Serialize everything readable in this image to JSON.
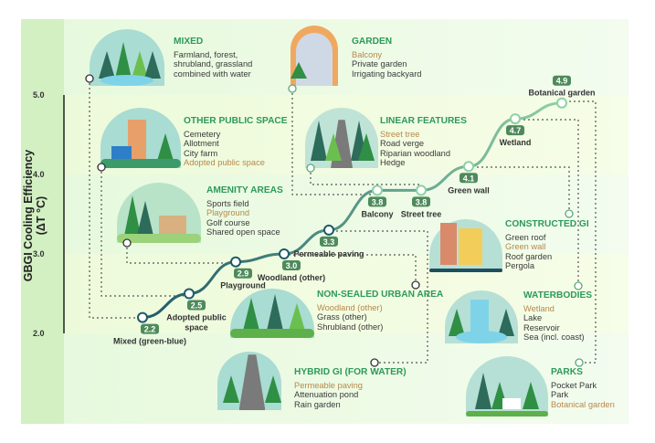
{
  "chart_data": {
    "type": "line",
    "ylabel": "GBGI Cooling Efficiency (ΔT °C)",
    "ylim": [
      2.0,
      5.0
    ],
    "yticks": [
      "2.0",
      "3.0",
      "4.0",
      "5.0"
    ],
    "categories": [
      "Mixed (green-blue)",
      "Adopted public space",
      "Playground",
      "Woodland (other)",
      "Permeable paving",
      "Balcony",
      "Street tree",
      "Green wall",
      "Wetland",
      "Botanical garden"
    ],
    "values": [
      2.2,
      2.5,
      2.9,
      3.0,
      3.3,
      3.8,
      3.8,
      4.1,
      4.7,
      4.9
    ],
    "value_labels": [
      "2.2",
      "2.5",
      "2.9",
      "3.0",
      "3.3",
      "3.8",
      "3.8",
      "4.1",
      "4.7",
      "4.9"
    ]
  },
  "groups": {
    "mixed": {
      "title": "MIXED",
      "items": [
        "Farmland, forest,",
        "shrubland, grassland",
        "combined with water"
      ]
    },
    "garden": {
      "title": "GARDEN",
      "items": [
        "Balcony",
        "Private garden",
        "Irrigating backyard"
      ]
    },
    "other": {
      "title": "OTHER PUBLIC SPACE",
      "items": [
        "Cemetery",
        "Allotment",
        "City farm",
        "Adopted public space"
      ]
    },
    "linear": {
      "title": "LINEAR FEATURES",
      "items": [
        "Street tree",
        "Road verge",
        "Riparian woodland",
        "Hedge"
      ]
    },
    "amenity": {
      "title": "AMENITY AREAS",
      "items": [
        "Sports field",
        "Playground",
        "Golf course",
        "Shared open space"
      ]
    },
    "constructed": {
      "title": "CONSTRUCTED GI",
      "items": [
        "Green roof",
        "Green wall",
        "Roof garden",
        "Pergola"
      ]
    },
    "nonsealed": {
      "title": "NON-SEALED URBAN AREA",
      "items": [
        "Woodland (other)",
        "Grass (other)",
        "Shrubland (other)"
      ]
    },
    "water": {
      "title": "WATERBODIES",
      "items": [
        "Wetland",
        "Lake",
        "Reservoir",
        "Sea (incl. coast)"
      ]
    },
    "hybrid": {
      "title": "HYBRID GI (FOR WATER)",
      "items": [
        "Permeable paving",
        "Attenuation pond",
        "Rain garden"
      ]
    },
    "parks": {
      "title": "PARKS",
      "items": [
        "Pocket Park",
        "Park",
        "Botanical garden"
      ]
    }
  },
  "colors": {
    "title": "#2d9a5a",
    "highlight": "#b8884a",
    "badge": "#4e8a5c",
    "line_start": "#1e5a6a",
    "line_end": "#8fd0a4"
  }
}
